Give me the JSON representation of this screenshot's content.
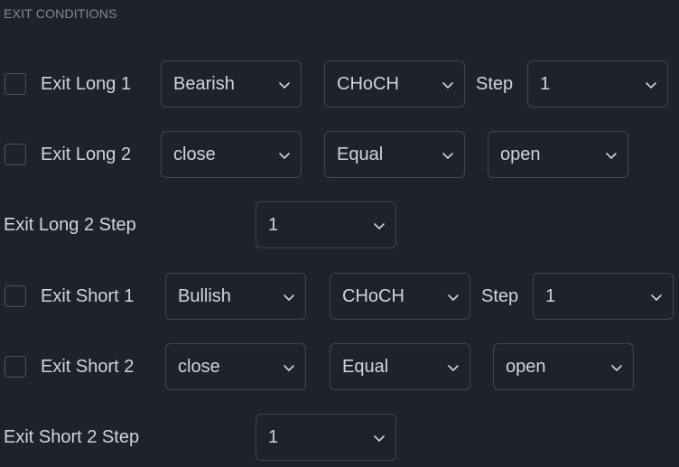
{
  "section": {
    "title": "EXIT CONDITIONS"
  },
  "rows": {
    "exit_long_1": {
      "label": "Exit Long 1",
      "sel1": "Bearish",
      "sel2": "CHoCH",
      "step_label": "Step",
      "step": "1"
    },
    "exit_long_2": {
      "label": "Exit Long 2",
      "sel1": "close",
      "sel2": "Equal",
      "sel3": "open"
    },
    "exit_long_2_step": {
      "label": "Exit Long 2 Step",
      "value": "1"
    },
    "exit_short_1": {
      "label": "Exit Short 1",
      "sel1": "Bullish",
      "sel2": "CHoCH",
      "step_label": "Step",
      "step": "1"
    },
    "exit_short_2": {
      "label": "Exit Short 2",
      "sel1": "close",
      "sel2": "Equal",
      "sel3": "open"
    },
    "exit_short_2_step": {
      "label": "Exit Short 2 Step",
      "value": "1"
    }
  },
  "icons": {
    "dropdown": "chevron-down-icon"
  },
  "colors": {
    "background": "#1e222d",
    "border": "#434651",
    "text": "#d1d4dc",
    "muted": "#868993"
  }
}
